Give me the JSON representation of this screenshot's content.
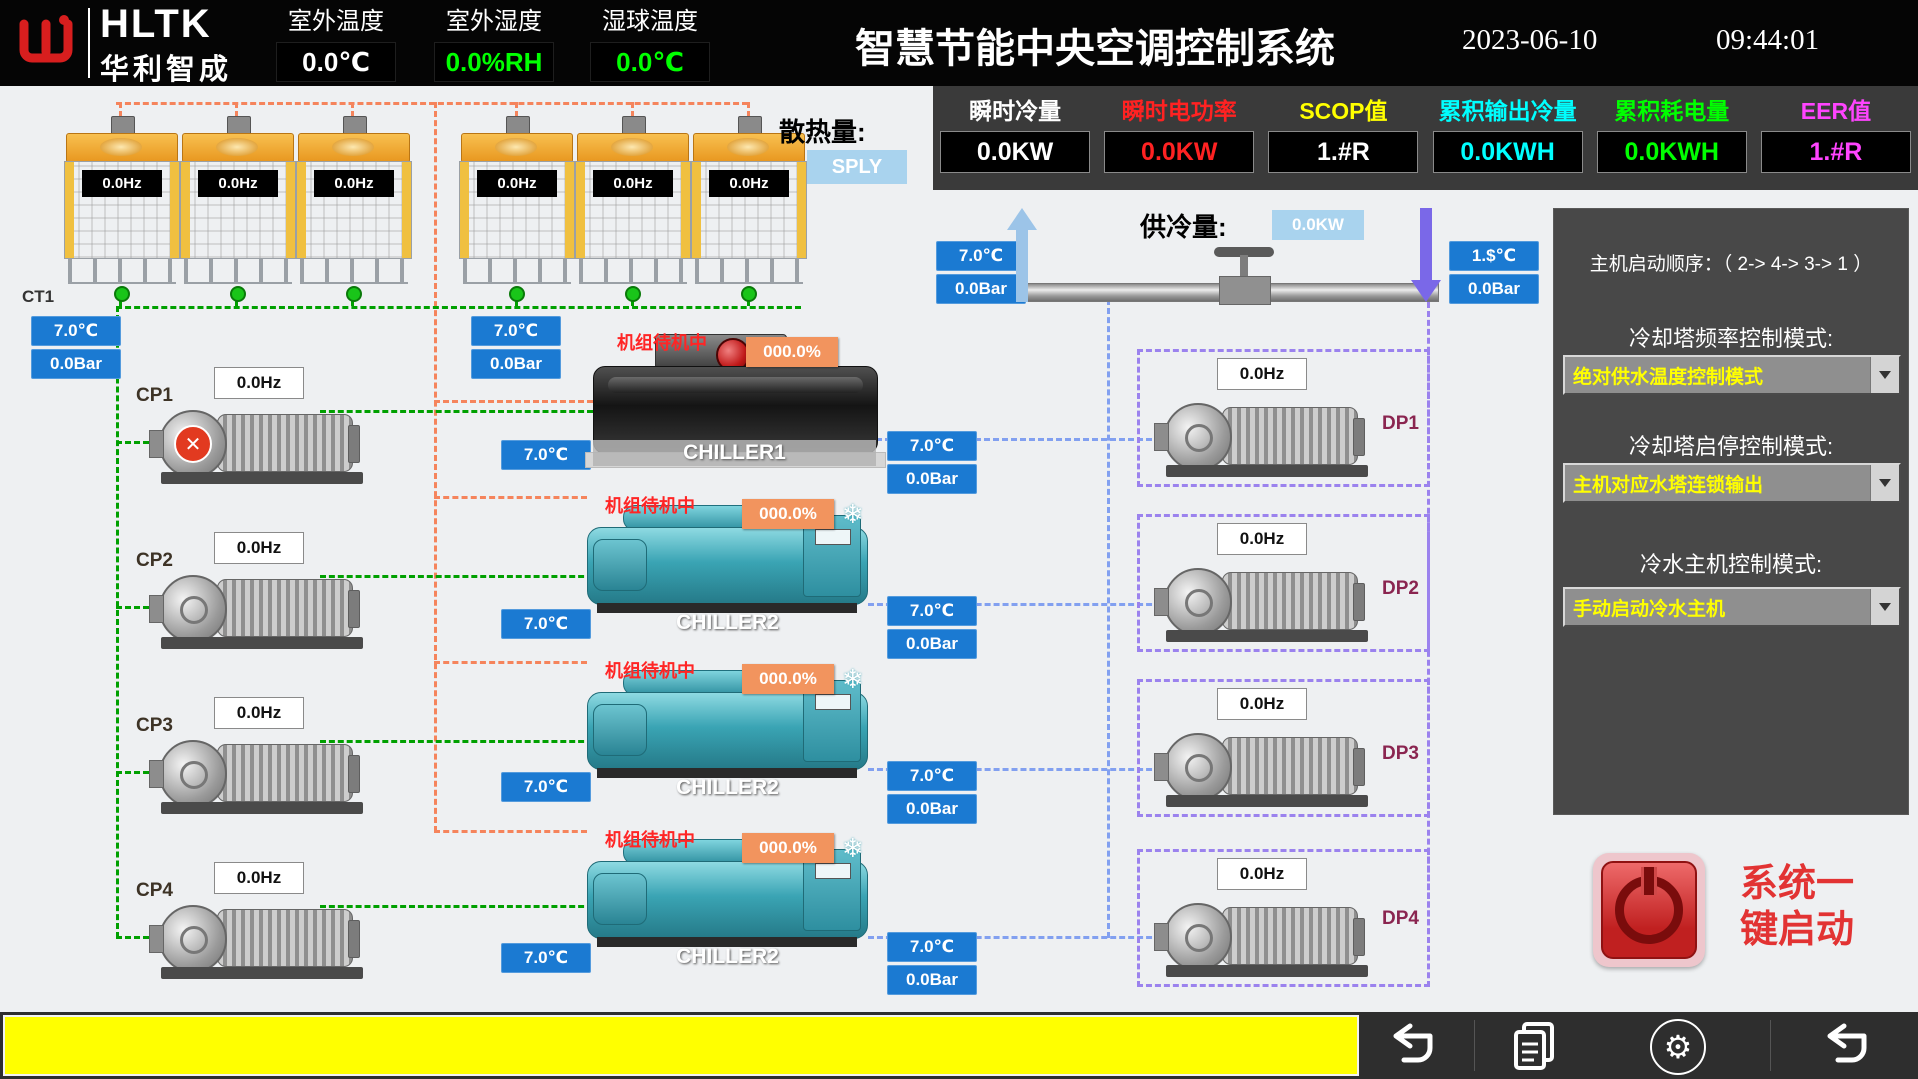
{
  "colors": {
    "alarm_bar": "#ffff00",
    "sensor_box_blue": "#1b7ad2",
    "supply_box_lightblue": "#a9d3ee",
    "status_red": "#ff2525",
    "load_orange": "#f2945e",
    "pipe_cooling_green": "#00a000",
    "pipe_condenser_orange": "#f5845c",
    "pipe_chilled_blue": "#82a0f0",
    "pipe_chilled_violet": "#9b82ee",
    "start_button_red": "#c02020"
  },
  "header": {
    "logo": {
      "brand": "HLTK",
      "company": "华利智成"
    },
    "env": [
      {
        "label": "室外温度",
        "value": "0.0℃"
      },
      {
        "label": "室外湿度",
        "value": "0.0%RH"
      },
      {
        "label": "湿球温度",
        "value": "0.0℃"
      }
    ],
    "title": "智慧节能中央空调控制系统",
    "date": "2023-06-10",
    "time": "09:44:01"
  },
  "stats": [
    {
      "label": "瞬时冷量",
      "value": "0.0KW"
    },
    {
      "label": "瞬时电功率",
      "value": "0.0KW"
    },
    {
      "label": "SCOP值",
      "value": "1.#R"
    },
    {
      "label": "累积输出冷量",
      "value": "0.0KWH"
    },
    {
      "label": "累积耗电量",
      "value": "0.0KWH"
    },
    {
      "label": "EER值",
      "value": "1.#R"
    }
  ],
  "cooling": {
    "heat_label": "散热量:",
    "sply_label": "SPLY",
    "group_label": "CT1",
    "towers": [
      {
        "freq": "0.0Hz"
      },
      {
        "freq": "0.0Hz"
      },
      {
        "freq": "0.0Hz"
      },
      {
        "freq": "0.0Hz"
      },
      {
        "freq": "0.0Hz"
      },
      {
        "freq": "0.0Hz"
      }
    ]
  },
  "supply": {
    "label": "供冷量:",
    "value": "0.0KW"
  },
  "sensors": {
    "cw_a": {
      "temp": "7.0℃",
      "pressure": "0.0Bar"
    },
    "cw_b": {
      "temp": "7.0℃",
      "pressure": "0.0Bar"
    },
    "chw_supply": {
      "temp": "7.0℃",
      "pressure": "0.0Bar"
    },
    "chw_return": {
      "temp": "1.$℃",
      "pressure": "0.0Bar"
    },
    "chiller_in": [
      "7.0℃",
      "7.0℃",
      "7.0℃",
      "7.0℃"
    ],
    "chiller_out": [
      {
        "temp": "7.0℃",
        "pressure": "0.0Bar"
      },
      {
        "temp": "7.0℃",
        "pressure": "0.0Bar"
      },
      {
        "temp": "7.0℃",
        "pressure": "0.0Bar"
      },
      {
        "temp": "7.0℃",
        "pressure": "0.0Bar"
      }
    ]
  },
  "pumps_cooling": [
    {
      "name": "CP1",
      "freq": "0.0Hz"
    },
    {
      "name": "CP2",
      "freq": "0.0Hz"
    },
    {
      "name": "CP3",
      "freq": "0.0Hz"
    },
    {
      "name": "CP4",
      "freq": "0.0Hz"
    }
  ],
  "pumps_chilled": [
    {
      "name": "DP1",
      "freq": "0.0Hz"
    },
    {
      "name": "DP2",
      "freq": "0.0Hz"
    },
    {
      "name": "DP3",
      "freq": "0.0Hz"
    },
    {
      "name": "DP4",
      "freq": "0.0Hz"
    }
  ],
  "chillers": [
    {
      "name": "CHILLER1",
      "status": "机组待机中",
      "load": "000.0%"
    },
    {
      "name": "CHILLER2",
      "status": "机组待机中",
      "load": "000.0%"
    },
    {
      "name": "CHILLER2",
      "status": "机组待机中",
      "load": "000.0%"
    },
    {
      "name": "CHILLER2",
      "status": "机组待机中",
      "load": "000.0%"
    }
  ],
  "control_panel": {
    "start_order": "主机启动顺序：（ 2-> 4-> 3-> 1 ）",
    "modes": [
      {
        "label": "冷却塔频率控制模式:",
        "value": "绝对供水温度控制模式"
      },
      {
        "label": "冷却塔启停控制模式:",
        "value": "主机对应水塔连锁输出"
      },
      {
        "label": "冷水主机控制模式:",
        "value": "手动启动冷水主机"
      }
    ]
  },
  "system_start": {
    "line1": "系统一",
    "line2": "键启动"
  }
}
